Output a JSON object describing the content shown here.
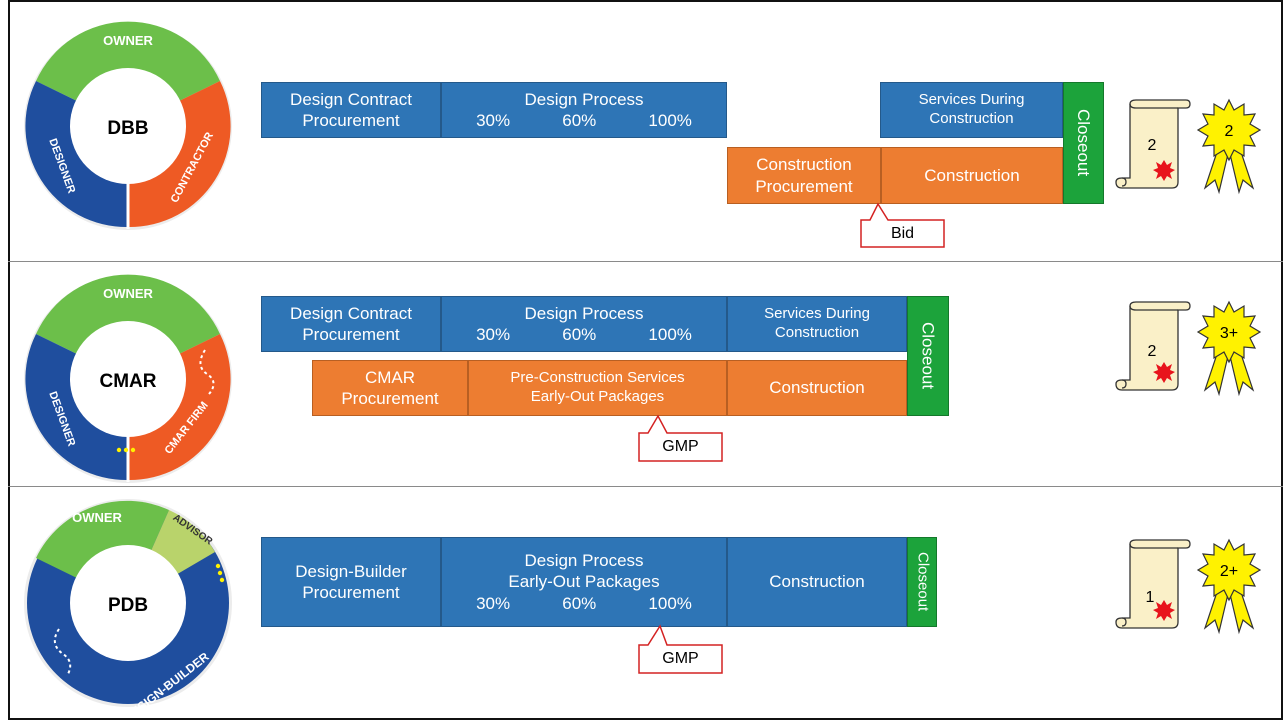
{
  "rows": [
    {
      "id": "dbb",
      "wheel": {
        "center": "DBB",
        "top": "OWNER",
        "left": "DESIGNER",
        "right": "CONTRACTOR"
      },
      "bars": {
        "design_contract_1": "Design Contract",
        "design_contract_2": "Procurement",
        "design_process": "Design Process",
        "pct": [
          "30%",
          "60%",
          "100%"
        ],
        "services_1": "Services During",
        "services_2": "Construction",
        "closeout": "Closeout",
        "construction_procurement_1": "Construction",
        "construction_procurement_2": "Procurement",
        "construction": "Construction"
      },
      "callout": "Bid",
      "scroll_value": "2",
      "award_value": "2"
    },
    {
      "id": "cmar",
      "wheel": {
        "center": "CMAR",
        "top": "OWNER",
        "left": "DESIGNER",
        "right": "CMAR FIRM"
      },
      "bars": {
        "design_contract_1": "Design Contract",
        "design_contract_2": "Procurement",
        "design_process": "Design Process",
        "pct": [
          "30%",
          "60%",
          "100%"
        ],
        "services_1": "Services During",
        "services_2": "Construction",
        "closeout": "Closeout",
        "cmar_procurement_1": "CMAR",
        "cmar_procurement_2": "Procurement",
        "preconstruction_1": "Pre-Construction Services",
        "preconstruction_2": "Early-Out Packages",
        "construction": "Construction"
      },
      "callout": "GMP",
      "scroll_value": "2",
      "award_value": "3+"
    },
    {
      "id": "pdb",
      "wheel": {
        "center": "PDB",
        "top": "OWNER",
        "advisor": "ADVISOR",
        "bottom": "DESIGN-BUILDER"
      },
      "bars": {
        "db_procurement_1": "Design-Builder",
        "db_procurement_2": "Procurement",
        "design_process": "Design Process",
        "early_out": "Early-Out Packages",
        "pct": [
          "30%",
          "60%",
          "100%"
        ],
        "construction": "Construction",
        "closeout": "Closeout"
      },
      "callout": "GMP",
      "scroll_value": "1",
      "award_value": "2+"
    }
  ],
  "colors": {
    "blue": "#2e75b6",
    "orange": "#ed7d31",
    "green": "#1ca33b",
    "owner_green": "#6cbf4a",
    "advisor": "#b9d36b",
    "callout_red": "#d42222",
    "award_yellow": "#fff200",
    "scroll_tan": "#faf0c8"
  }
}
